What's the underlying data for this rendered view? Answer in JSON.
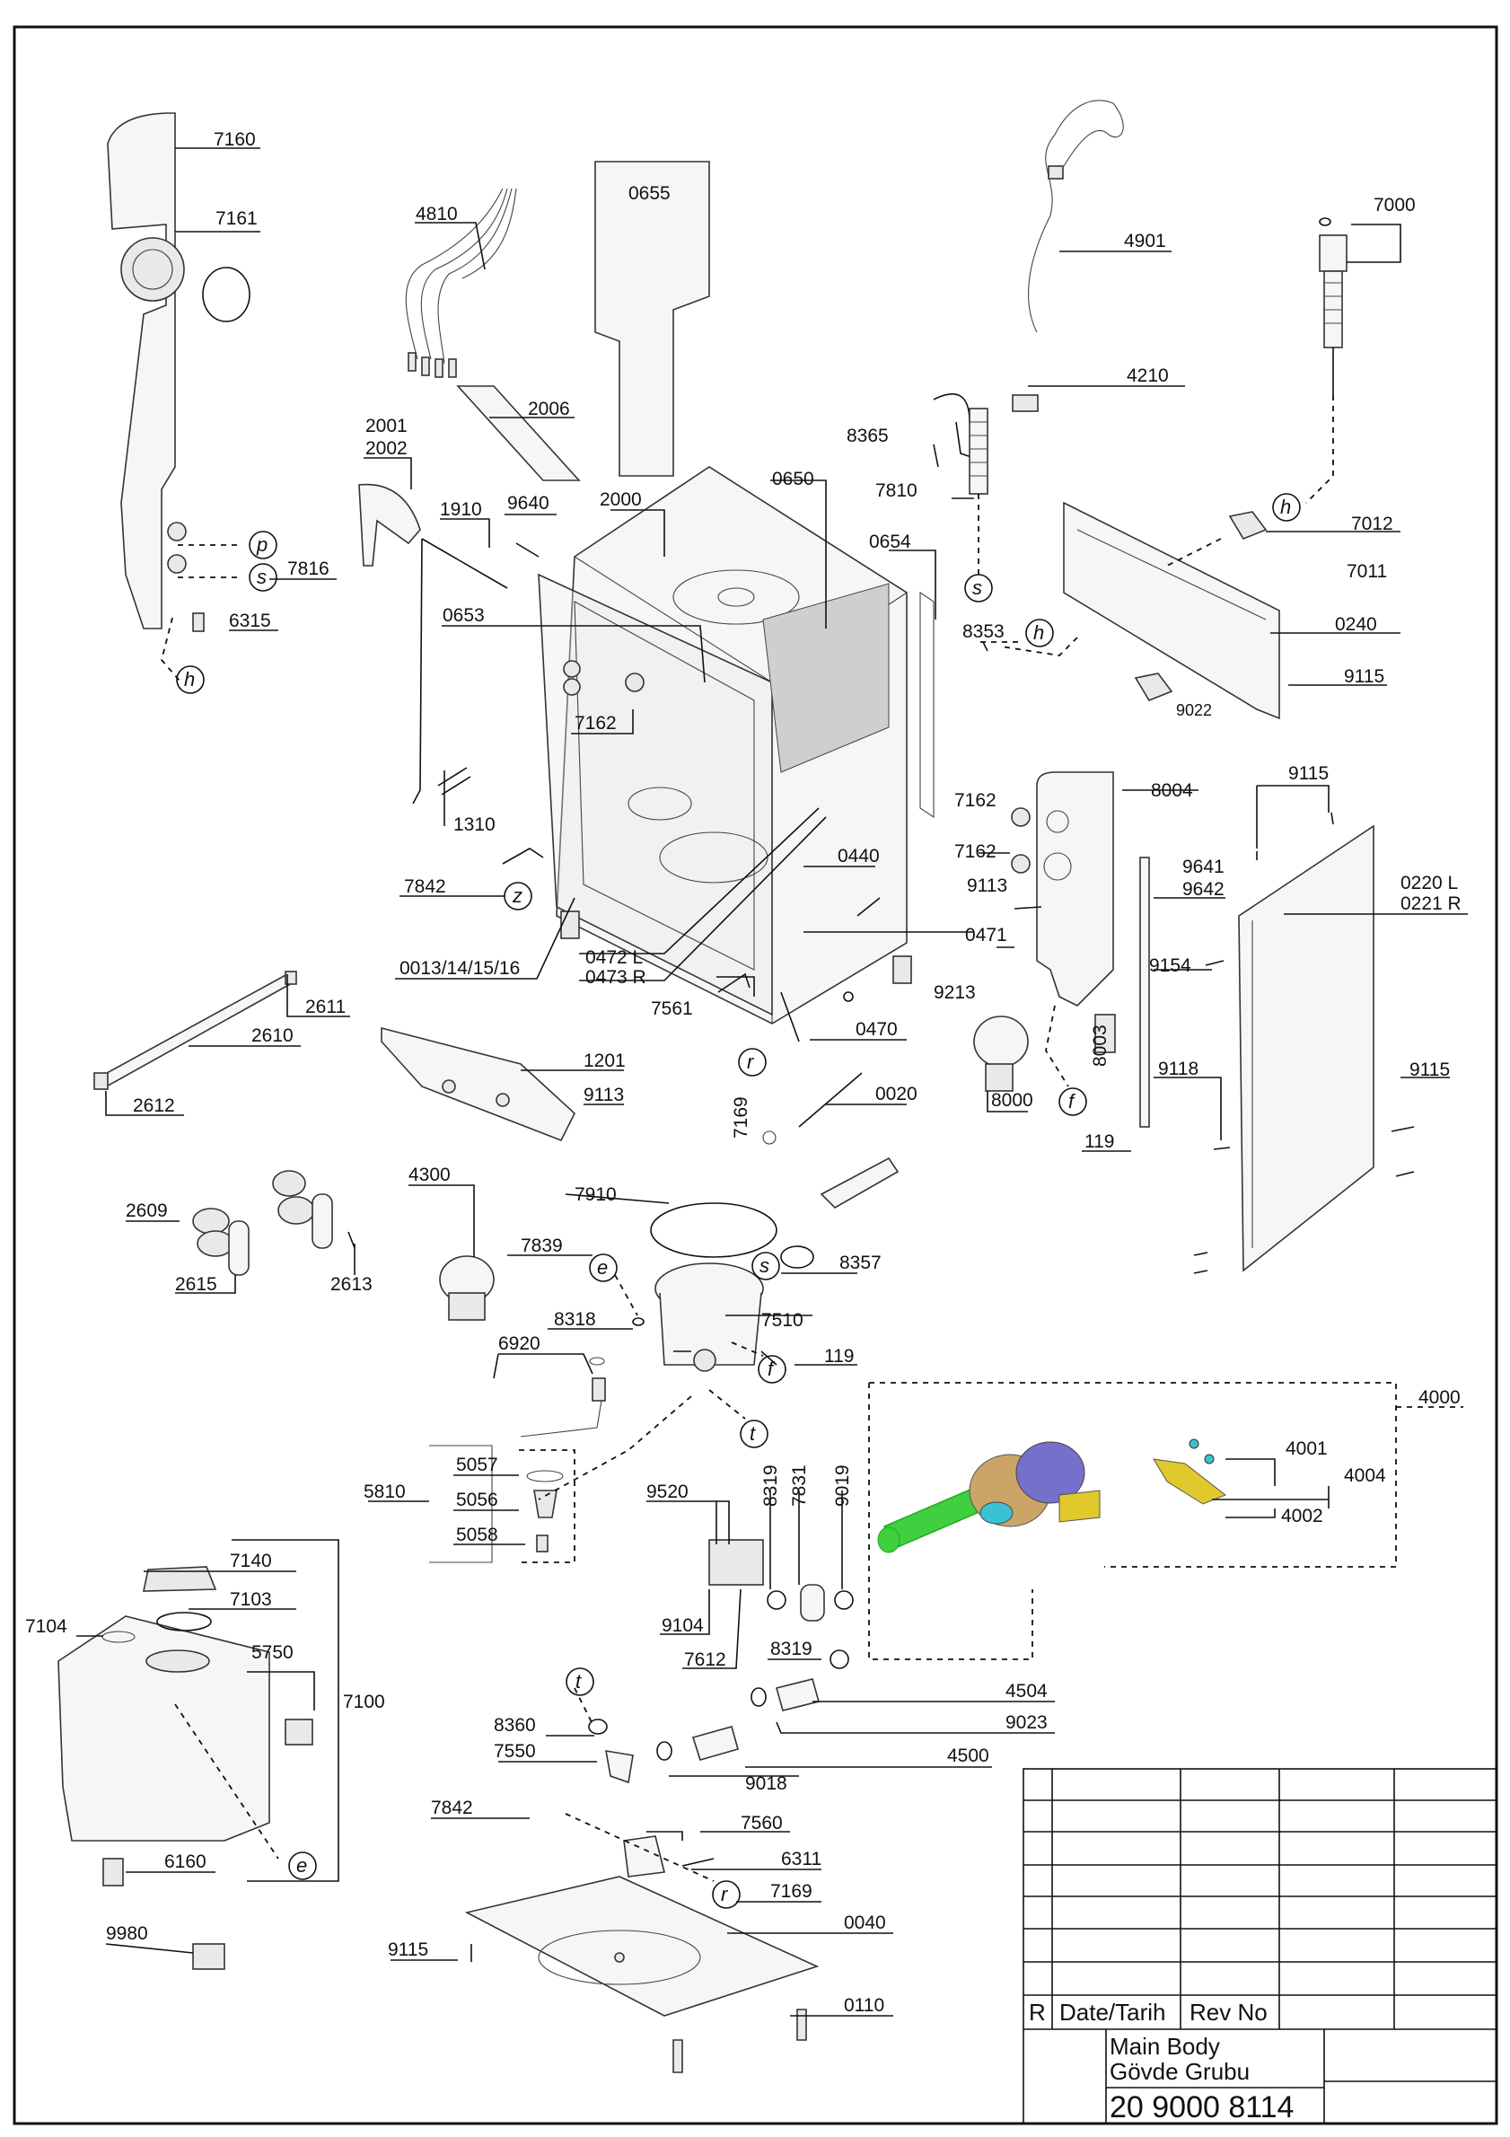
{
  "labels": [
    "7160",
    "7161",
    "6315",
    "7816",
    "4810",
    "0655",
    "2006",
    "2001",
    "2002",
    "1910",
    "9640",
    "2000",
    "0650",
    "0654",
    "0653",
    "7162",
    "1310",
    "7842",
    "0013/14/15/16",
    "0472 L",
    "0473 R",
    "0440",
    "7561",
    "7169",
    "0470",
    "0471",
    "9213",
    "0020",
    "4901",
    "4210",
    "8365",
    "7810",
    "8353",
    "7000",
    "7012",
    "7011",
    "0240",
    "9115",
    "9022",
    "8004",
    "9641",
    "9642",
    "9113",
    "0220 L",
    "0221 R",
    "9154",
    "8003",
    "8000",
    "119",
    "9118",
    "2611",
    "2610",
    "2612",
    "1201",
    "2609",
    "2615",
    "2613",
    "4300",
    "7910",
    "7839",
    "8318",
    "7510",
    "8357",
    "6920",
    "5810",
    "5057",
    "5056",
    "5058",
    "9520",
    "8319",
    "7831",
    "9019",
    "9104",
    "7612",
    "4504",
    "9023",
    "4500",
    "9018",
    "8360",
    "7550",
    "7140",
    "7103",
    "7104",
    "5750",
    "7100",
    "6160",
    "9980",
    "7560",
    "6311",
    "0040",
    "0110",
    "4000",
    "4001",
    "4004",
    "4002"
  ],
  "circle_letters": [
    "p",
    "s",
    "h",
    "z",
    "r",
    "e",
    "f",
    "t"
  ],
  "title_block": {
    "r_marker": "R",
    "date_header": "Date/Tarih",
    "rev_header": "Rev No",
    "title_en": "Main Body",
    "title_tr": "Gövde Grubu",
    "drawing_number": "20 9000 8114"
  }
}
